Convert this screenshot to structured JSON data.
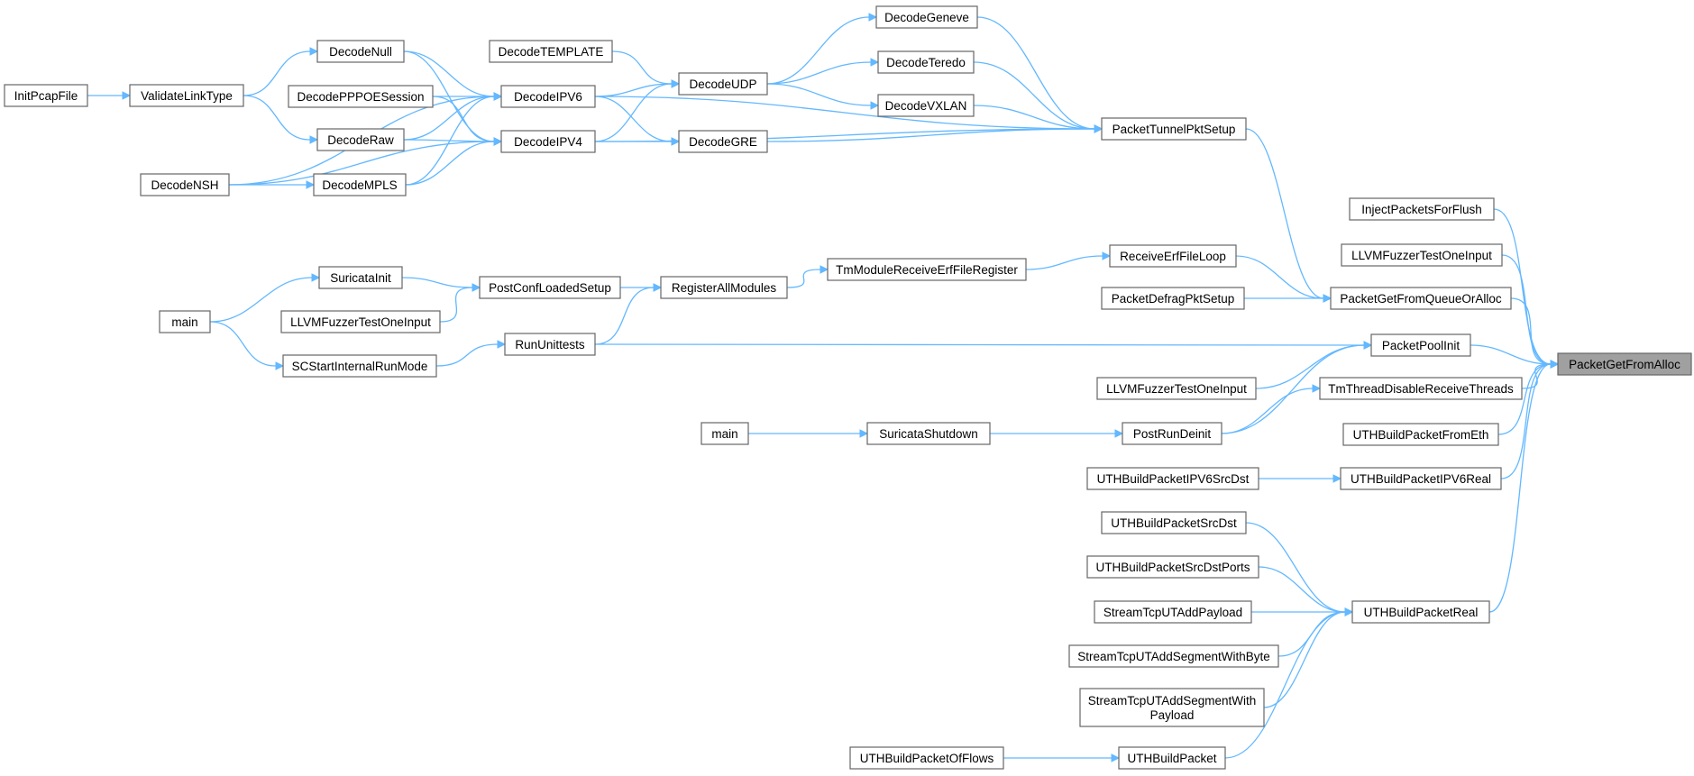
{
  "colors": {
    "edge": "#63b8ff",
    "node_border": "#666666",
    "root_fill": "#a0a0a0",
    "background": "#ffffff"
  },
  "nodes": [
    {
      "id": "root",
      "label": "PacketGetFromAlloc",
      "root": true
    },
    {
      "id": "InjectPacketsForFlush",
      "label": "InjectPacketsForFlush"
    },
    {
      "id": "LLVMFuzzerTestOneInput_a",
      "label": "LLVMFuzzerTestOneInput"
    },
    {
      "id": "PacketGetFromQueueOrAlloc",
      "label": "PacketGetFromQueueOrAlloc"
    },
    {
      "id": "PacketPoolInit",
      "label": "PacketPoolInit"
    },
    {
      "id": "TmThreadDisableReceiveThreads",
      "label": "TmThreadDisableReceiveThreads"
    },
    {
      "id": "UTHBuildPacketFromEth",
      "label": "UTHBuildPacketFromEth"
    },
    {
      "id": "UTHBuildPacketIPV6Real",
      "label": "UTHBuildPacketIPV6Real"
    },
    {
      "id": "UTHBuildPacketReal",
      "label": "UTHBuildPacketReal"
    },
    {
      "id": "PacketTunnelPktSetup",
      "label": "PacketTunnelPktSetup"
    },
    {
      "id": "ReceiveErfFileLoop",
      "label": "ReceiveErfFileLoop"
    },
    {
      "id": "PacketDefragPktSetup",
      "label": "PacketDefragPktSetup"
    },
    {
      "id": "DecodeGeneve",
      "label": "DecodeGeneve"
    },
    {
      "id": "DecodeTeredo",
      "label": "DecodeTeredo"
    },
    {
      "id": "DecodeVXLAN",
      "label": "DecodeVXLAN"
    },
    {
      "id": "DecodeGRE",
      "label": "DecodeGRE"
    },
    {
      "id": "DecodeIPV4",
      "label": "DecodeIPV4"
    },
    {
      "id": "DecodeUDP",
      "label": "DecodeUDP"
    },
    {
      "id": "DecodeTEMPLATE",
      "label": "DecodeTEMPLATE"
    },
    {
      "id": "DecodeIPV6",
      "label": "DecodeIPV6"
    },
    {
      "id": "DecodeNull",
      "label": "DecodeNull"
    },
    {
      "id": "DecodePPPOESession",
      "label": "DecodePPPOESession"
    },
    {
      "id": "DecodeRaw",
      "label": "DecodeRaw"
    },
    {
      "id": "DecodeMPLS",
      "label": "DecodeMPLS"
    },
    {
      "id": "DecodeNSH",
      "label": "DecodeNSH"
    },
    {
      "id": "ValidateLinkType",
      "label": "ValidateLinkType"
    },
    {
      "id": "InitPcapFile",
      "label": "InitPcapFile"
    },
    {
      "id": "TmModuleReceiveErfFileRegister",
      "label": "TmModuleReceiveErfFileRegister"
    },
    {
      "id": "RegisterAllModules",
      "label": "RegisterAllModules"
    },
    {
      "id": "PostConfLoadedSetup",
      "label": "PostConfLoadedSetup"
    },
    {
      "id": "RunUnittests",
      "label": "RunUnittests"
    },
    {
      "id": "SuricataInit",
      "label": "SuricataInit"
    },
    {
      "id": "LLVMFuzzerTestOneInput_b",
      "label": "LLVMFuzzerTestOneInput"
    },
    {
      "id": "SCStartInternalRunMode",
      "label": "SCStartInternalRunMode"
    },
    {
      "id": "main_a",
      "label": "main"
    },
    {
      "id": "LLVMFuzzerTestOneInput_c",
      "label": "LLVMFuzzerTestOneInput"
    },
    {
      "id": "PostRunDeinit",
      "label": "PostRunDeinit"
    },
    {
      "id": "SuricataShutdown",
      "label": "SuricataShutdown"
    },
    {
      "id": "main_b",
      "label": "main"
    },
    {
      "id": "UTHBuildPacketIPV6SrcDst",
      "label": "UTHBuildPacketIPV6SrcDst"
    },
    {
      "id": "UTHBuildPacketSrcDst",
      "label": "UTHBuildPacketSrcDst"
    },
    {
      "id": "UTHBuildPacketSrcDstPorts",
      "label": "UTHBuildPacketSrcDstPorts"
    },
    {
      "id": "StreamTcpUTAddPayload",
      "label": "StreamTcpUTAddPayload"
    },
    {
      "id": "StreamTcpUTAddSegmentWithByte",
      "label": "StreamTcpUTAddSegmentWithByte"
    },
    {
      "id": "StreamTcpUTAddSegmentWithPayload",
      "label": "StreamTcpUTAddSegmentWith\nPayload"
    },
    {
      "id": "UTHBuildPacket",
      "label": "UTHBuildPacket"
    },
    {
      "id": "UTHBuildPacketOfFlows",
      "label": "UTHBuildPacketOfFlows"
    }
  ],
  "edges": [
    [
      "InjectPacketsForFlush",
      "root"
    ],
    [
      "LLVMFuzzerTestOneInput_a",
      "root"
    ],
    [
      "PacketGetFromQueueOrAlloc",
      "root"
    ],
    [
      "PacketPoolInit",
      "root"
    ],
    [
      "TmThreadDisableReceiveThreads",
      "root"
    ],
    [
      "UTHBuildPacketFromEth",
      "root"
    ],
    [
      "UTHBuildPacketIPV6Real",
      "root"
    ],
    [
      "UTHBuildPacketReal",
      "root"
    ],
    [
      "PacketTunnelPktSetup",
      "PacketGetFromQueueOrAlloc"
    ],
    [
      "ReceiveErfFileLoop",
      "PacketGetFromQueueOrAlloc"
    ],
    [
      "PacketDefragPktSetup",
      "PacketGetFromQueueOrAlloc"
    ],
    [
      "DecodeGeneve",
      "PacketTunnelPktSetup"
    ],
    [
      "DecodeTeredo",
      "PacketTunnelPktSetup"
    ],
    [
      "DecodeVXLAN",
      "PacketTunnelPktSetup"
    ],
    [
      "DecodeGRE",
      "PacketTunnelPktSetup"
    ],
    [
      "DecodeIPV4",
      "PacketTunnelPktSetup"
    ],
    [
      "DecodeIPV6",
      "PacketTunnelPktSetup"
    ],
    [
      "DecodeUDP",
      "DecodeGeneve"
    ],
    [
      "DecodeUDP",
      "DecodeTeredo"
    ],
    [
      "DecodeUDP",
      "DecodeVXLAN"
    ],
    [
      "DecodeIPV4",
      "DecodeGRE"
    ],
    [
      "DecodeIPV6",
      "DecodeGRE"
    ],
    [
      "DecodeIPV4",
      "DecodeUDP"
    ],
    [
      "DecodeIPV6",
      "DecodeUDP"
    ],
    [
      "DecodeTEMPLATE",
      "DecodeUDP"
    ],
    [
      "DecodeNull",
      "DecodeIPV6"
    ],
    [
      "DecodeNull",
      "DecodeIPV4"
    ],
    [
      "DecodePPPOESession",
      "DecodeIPV6"
    ],
    [
      "DecodePPPOESession",
      "DecodeIPV4"
    ],
    [
      "DecodeRaw",
      "DecodeIPV6"
    ],
    [
      "DecodeRaw",
      "DecodeIPV4"
    ],
    [
      "DecodeMPLS",
      "DecodeIPV6"
    ],
    [
      "DecodeMPLS",
      "DecodeIPV4"
    ],
    [
      "DecodeNSH",
      "DecodeIPV6"
    ],
    [
      "DecodeNSH",
      "DecodeIPV4"
    ],
    [
      "DecodeNSH",
      "DecodeMPLS"
    ],
    [
      "ValidateLinkType",
      "DecodeNull"
    ],
    [
      "ValidateLinkType",
      "DecodeRaw"
    ],
    [
      "InitPcapFile",
      "ValidateLinkType"
    ],
    [
      "TmModuleReceiveErfFileRegister",
      "ReceiveErfFileLoop"
    ],
    [
      "RegisterAllModules",
      "TmModuleReceiveErfFileRegister"
    ],
    [
      "PostConfLoadedSetup",
      "RegisterAllModules"
    ],
    [
      "RunUnittests",
      "RegisterAllModules"
    ],
    [
      "SuricataInit",
      "PostConfLoadedSetup"
    ],
    [
      "LLVMFuzzerTestOneInput_b",
      "PostConfLoadedSetup"
    ],
    [
      "main_a",
      "SuricataInit"
    ],
    [
      "main_a",
      "SCStartInternalRunMode"
    ],
    [
      "SCStartInternalRunMode",
      "RunUnittests"
    ],
    [
      "RunUnittests",
      "PacketPoolInit"
    ],
    [
      "LLVMFuzzerTestOneInput_c",
      "PacketPoolInit"
    ],
    [
      "PostRunDeinit",
      "PacketPoolInit"
    ],
    [
      "PostRunDeinit",
      "TmThreadDisableReceiveThreads"
    ],
    [
      "SuricataShutdown",
      "PostRunDeinit"
    ],
    [
      "main_b",
      "SuricataShutdown"
    ],
    [
      "UTHBuildPacketIPV6SrcDst",
      "UTHBuildPacketIPV6Real"
    ],
    [
      "UTHBuildPacketSrcDst",
      "UTHBuildPacketReal"
    ],
    [
      "UTHBuildPacketSrcDstPorts",
      "UTHBuildPacketReal"
    ],
    [
      "StreamTcpUTAddPayload",
      "UTHBuildPacketReal"
    ],
    [
      "StreamTcpUTAddSegmentWithByte",
      "UTHBuildPacketReal"
    ],
    [
      "StreamTcpUTAddSegmentWithPayload",
      "UTHBuildPacketReal"
    ],
    [
      "UTHBuildPacket",
      "UTHBuildPacketReal"
    ],
    [
      "UTHBuildPacketOfFlows",
      "UTHBuildPacket"
    ]
  ]
}
